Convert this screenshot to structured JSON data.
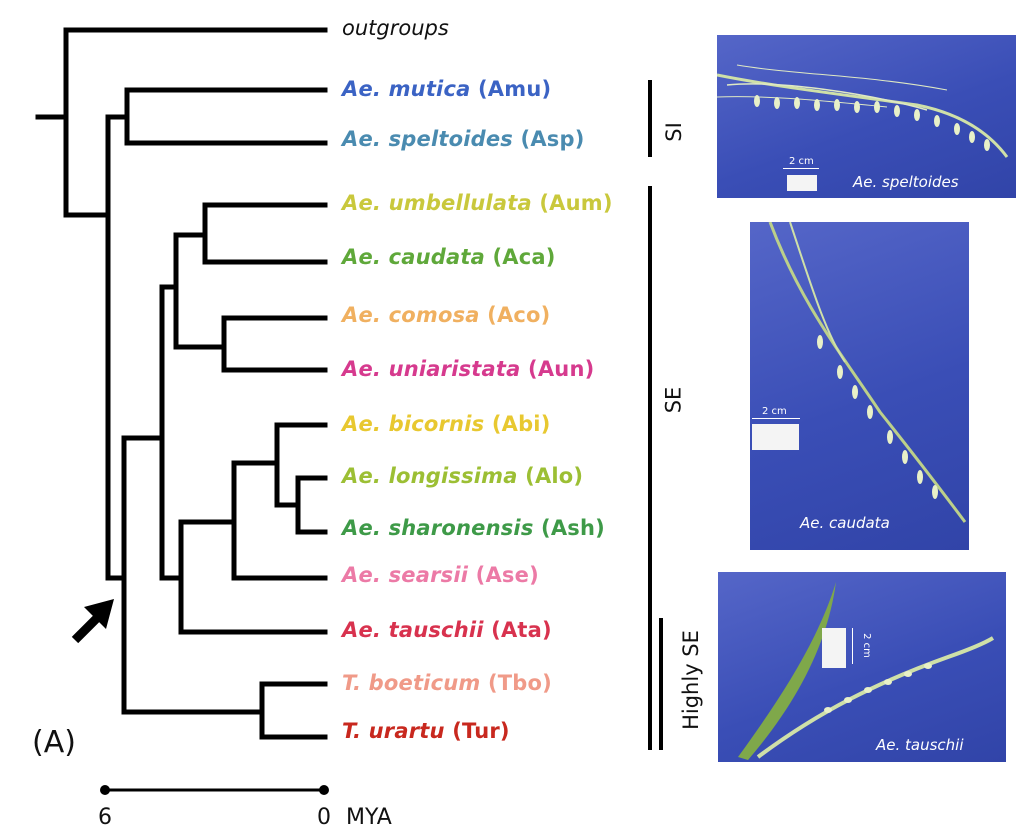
{
  "outgroup_label": "outgroups",
  "taxa": [
    {
      "species": "Ae. mutica",
      "code": "(Amu)",
      "color": "#3b63c4"
    },
    {
      "species": "Ae. speltoides",
      "code": "(Asp)",
      "color": "#4a8bb0"
    },
    {
      "species": "Ae. umbellulata",
      "code": "(Aum)",
      "color": "#c9c83c"
    },
    {
      "species": "Ae. caudata",
      "code": "(Aca)",
      "color": "#5fa83a"
    },
    {
      "species": "Ae. comosa",
      "code": "(Aco)",
      "color": "#f0b060"
    },
    {
      "species": "Ae. uniaristata",
      "code": "(Aun)",
      "color": "#d63a8e"
    },
    {
      "species": "Ae. bicornis",
      "code": "(Abi)",
      "color": "#e8c830"
    },
    {
      "species": "Ae. longissima",
      "code": "(Alo)",
      "color": "#9cbf34"
    },
    {
      "species": "Ae. sharonensis",
      "code": "(Ash)",
      "color": "#3e9a48"
    },
    {
      "species": "Ae. searsii",
      "code": "(Ase)",
      "color": "#ec7aa6"
    },
    {
      "species": "Ae. tauschii",
      "code": "(Ata)",
      "color": "#d8324e"
    },
    {
      "species": "T. boeticum",
      "code": "(Tbo)",
      "color": "#f09a88"
    },
    {
      "species": "T. urartu",
      "code": "(Tur)",
      "color": "#c8281e"
    }
  ],
  "groups": {
    "si": "SI",
    "se": "SE",
    "highly_se": "Highly SE"
  },
  "panel_label": "(A)",
  "scale": {
    "left": "6",
    "right": "0",
    "unit": "MYA"
  },
  "photos": [
    {
      "caption": "Ae. speltoides",
      "ruler": "2 cm"
    },
    {
      "caption": "Ae. caudata",
      "ruler": "2 cm"
    },
    {
      "caption": "Ae. tauschii",
      "ruler": "2 cm"
    }
  ]
}
